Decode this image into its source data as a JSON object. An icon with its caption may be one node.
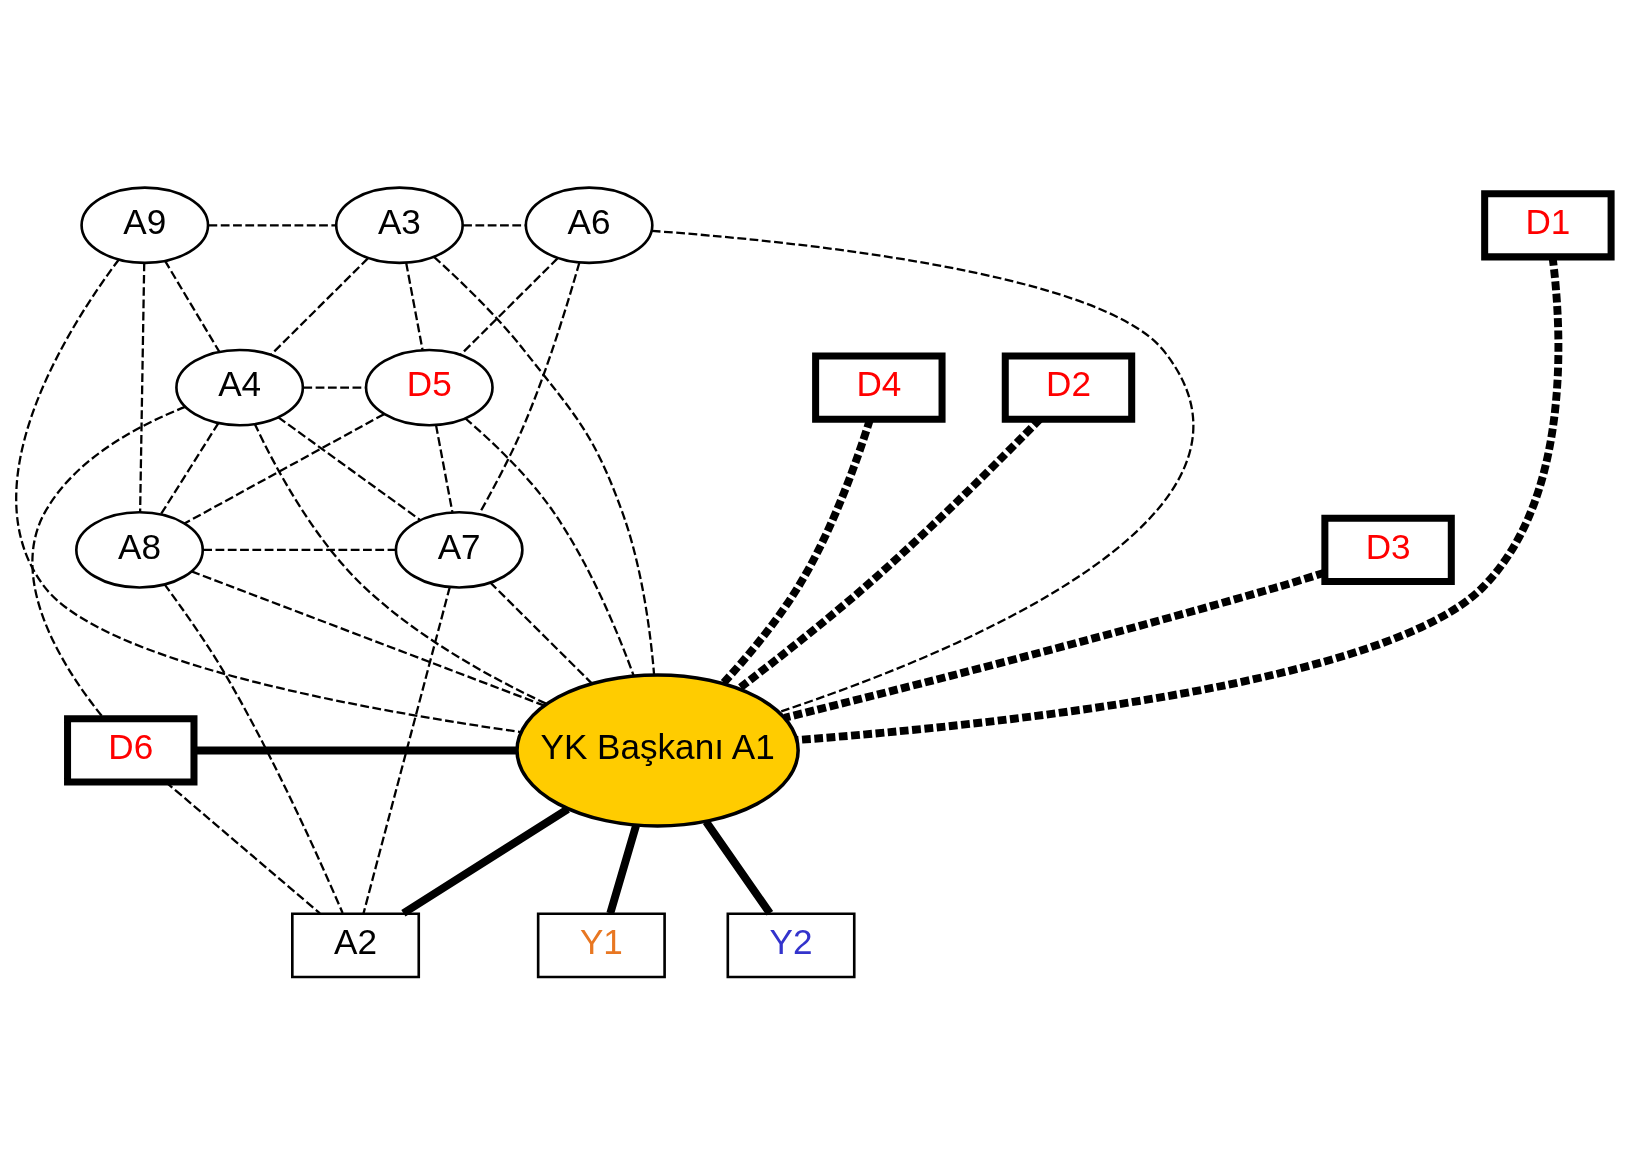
{
  "diagram": {
    "nodes": [
      {
        "text": [
          "D1"
        ]
      },
      {
        "text": [
          "A9"
        ]
      },
      {
        "text": [
          "A3"
        ]
      },
      {
        "text": [
          "A6"
        ]
      },
      {
        "text": [
          "D3"
        ]
      },
      {
        "text": [
          "A4"
        ]
      },
      {
        "text": [
          "D5"
        ]
      },
      {
        "text": [
          "D4"
        ]
      },
      {
        "text": [
          "D2"
        ]
      },
      {
        "text": [
          "A8"
        ]
      },
      {
        "text": [
          "A7"
        ]
      },
      {
        "text": [
          "YK Başkanı A1"
        ]
      },
      {
        "text": [
          "D6"
        ]
      },
      {
        "text": [
          "A2"
        ]
      },
      {
        "text": [
          "Y1"
        ]
      },
      {
        "text": [
          "Y2"
        ]
      }
    ],
    "edges": [
      {
        "from": 1,
        "to": 2,
        "arrow": "none",
        "style": "dashed"
      },
      {
        "from": 2,
        "to": 3,
        "arrow": "none",
        "style": "dashed"
      },
      {
        "from": 1,
        "to": 9,
        "arrow": "none",
        "style": "dashed"
      },
      {
        "from": 1,
        "to": 5,
        "arrow": "none",
        "style": "dashed"
      },
      {
        "from": 1,
        "to": 11,
        "arrow": "none",
        "style": "dashed"
      },
      {
        "from": 2,
        "to": 5,
        "arrow": "none",
        "style": "dashed"
      },
      {
        "from": 2,
        "to": 11,
        "arrow": "none",
        "style": "dashed"
      },
      {
        "from": 2,
        "to": 6,
        "arrow": "none",
        "style": "dashed"
      },
      {
        "from": 3,
        "to": 6,
        "arrow": "none",
        "style": "dashed"
      },
      {
        "from": 3,
        "to": 11,
        "arrow": "none",
        "style": "dashed"
      },
      {
        "from": 3,
        "to": 10,
        "arrow": "none",
        "style": "dashed"
      },
      {
        "from": 5,
        "to": 6,
        "arrow": "none",
        "style": "dashed"
      },
      {
        "from": 5,
        "to": 9,
        "arrow": "none",
        "style": "dashed"
      },
      {
        "from": 5,
        "to": 11,
        "arrow": "none",
        "style": "dashed"
      },
      {
        "from": 5,
        "to": 10,
        "arrow": "none",
        "style": "dashed"
      },
      {
        "from": 5,
        "to": 12,
        "arrow": "none",
        "style": "dashed"
      },
      {
        "from": 6,
        "to": 9,
        "arrow": "none",
        "style": "dashed"
      },
      {
        "from": 6,
        "to": 11,
        "arrow": "none",
        "style": "dashed"
      },
      {
        "from": 6,
        "to": 10,
        "arrow": "none",
        "style": "dashed"
      },
      {
        "from": 9,
        "to": 10,
        "arrow": "none",
        "style": "dashed"
      },
      {
        "from": 9,
        "to": 11,
        "arrow": "none",
        "style": "dashed"
      },
      {
        "from": 9,
        "to": 13,
        "arrow": "none",
        "style": "dashed"
      },
      {
        "from": 10,
        "to": 11,
        "arrow": "none",
        "style": "dashed"
      },
      {
        "from": 10,
        "to": 13,
        "arrow": "none",
        "style": "dashed"
      },
      {
        "from": 12,
        "to": 13,
        "arrow": "none",
        "style": "dashed"
      },
      {
        "from": 0,
        "to": 11,
        "arrow": "none",
        "style": "dashed"
      },
      {
        "from": 4,
        "to": 11,
        "arrow": "none",
        "style": "dashed"
      },
      {
        "from": 7,
        "to": 11,
        "arrow": "none",
        "style": "dashed"
      },
      {
        "from": 8,
        "to": 11,
        "arrow": "none",
        "style": "dashed"
      },
      {
        "from": 12,
        "to": 11,
        "arrow": "none",
        "style": "thick"
      },
      {
        "from": 11,
        "to": 13,
        "arrow": "none",
        "style": "thick"
      },
      {
        "from": 11,
        "to": 14,
        "arrow": "none",
        "style": "thick"
      },
      {
        "from": 11,
        "to": 15,
        "arrow": "none",
        "style": "thick"
      }
    ]
  }
}
